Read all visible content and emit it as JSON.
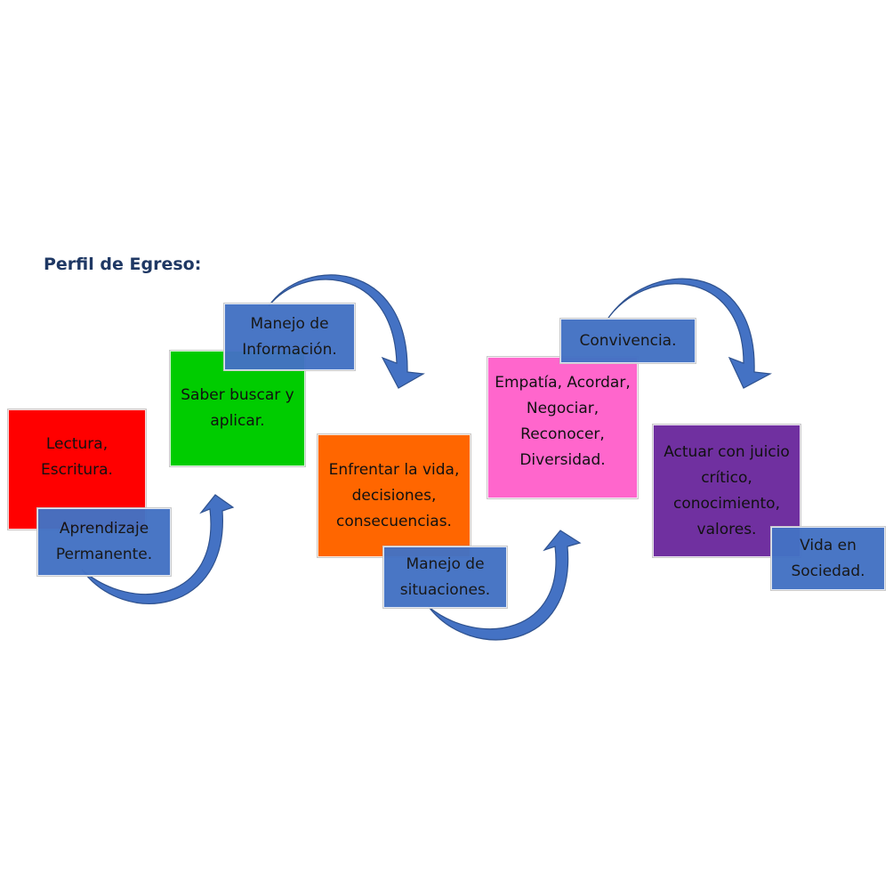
{
  "title": "Perfil de Egreso:",
  "colors": {
    "red": "#ff0000",
    "green": "#00cc00",
    "orange": "#ff6600",
    "pink": "#ff66cc",
    "purple": "#7030a0",
    "blue": "#4472c4",
    "arrow": "#4472c4",
    "title": "#1f3864"
  },
  "boxes": {
    "lectura": "Lectura,\nEscritura.",
    "aprendizaje": "Aprendizaje\nPermanente.",
    "saber": "Saber buscar y\naplicar.",
    "manejo_info": "Manejo de\nInformación.",
    "enfrentar": "Enfrentar la vida,\ndecisiones,\nconsecuencias.",
    "manejo_sit": "Manejo de\nsituaciones.",
    "empatia": "Empatía, Acordar,\nNegociar,\nReconocer,\nDiversidad.",
    "convivencia": "Convivencia.",
    "actuar": "Actuar con juicio\ncrítico,\nconocimiento,\nvalores.",
    "vida": "Vida en\nSociedad."
  }
}
